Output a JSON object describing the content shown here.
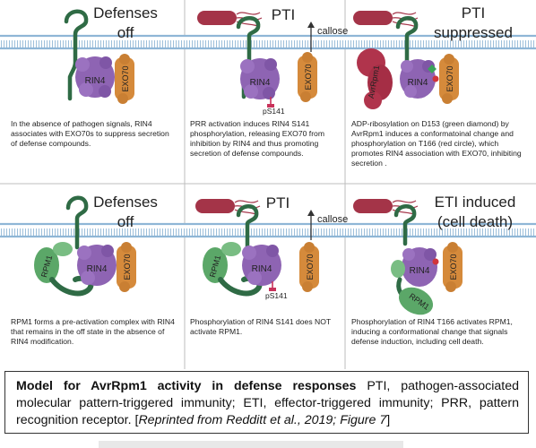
{
  "panels": [
    {
      "title": [
        "Defenses",
        "off"
      ],
      "caption": "In the absence of pathogen signals, RIN4 associates with EXO70s to suppress secretion of defense compounds.",
      "rin4": "RIN4",
      "exo70": "EXO70"
    },
    {
      "title": [
        "PTI"
      ],
      "arrow_label": "callose",
      "site_label": "pS141",
      "caption": "PRR activation induces RIN4 S141 phosphorylation, releasing EXO70 from inhibition by RIN4 and thus promoting secretion of defense compounds.",
      "rin4": "RIN4",
      "exo70": "EXO70"
    },
    {
      "title": [
        "PTI",
        "suppressed"
      ],
      "effector": "AvrRpm1",
      "caption": "ADP-ribosylation on D153 (green diamond) by AvrRpm1 induces a conformatoinal change and phosphorylation on T166 (red circle), which promotes RIN4 association with EXO70, inhibiting secretion .",
      "rin4": "RIN4",
      "exo70": "EXO70"
    },
    {
      "title": [
        "Defenses",
        "off"
      ],
      "resistance": "RPM1",
      "caption": "RPM1 forms a pre-activation complex with RIN4 that remains in the off state in the absence of RIN4 modification.",
      "rin4": "RIN4",
      "exo70": "EXO70"
    },
    {
      "title": [
        "PTI"
      ],
      "arrow_label": "callose",
      "site_label": "pS141",
      "resistance": "RPM1",
      "caption": "Phosphorylation of RIN4 S141 does NOT activate RPM1.",
      "rin4": "RIN4",
      "exo70": "EXO70"
    },
    {
      "title": [
        "ETI induced",
        "(cell death)"
      ],
      "resistance": "RPM1",
      "caption": "Phosphorylation of RIN4 T166 activates RPM1, inducing a conformational change that signals defense induction, including cell death.",
      "rin4": "RIN4",
      "exo70": "EXO70"
    }
  ],
  "footer": {
    "bold": "Model for AvrRpm1 activity in defense responses",
    "text": " PTI, pathogen-associated molecular pattern-triggered immunity; ETI, effector-triggered immunity; PRR, pattern recognition receptor. [",
    "citation": "Reprinted from Redditt et al., 2019; Figure 7",
    "end": "]"
  },
  "colors": {
    "membrane": "#8fb6d6",
    "rin4": "#8e64b3",
    "exo70": "#d58a3b",
    "receptor": "#2f6b45",
    "rpm1": "#5ba768",
    "effector": "#b0344c",
    "bacterium": "#a43448",
    "phospho": "#c8325a"
  }
}
